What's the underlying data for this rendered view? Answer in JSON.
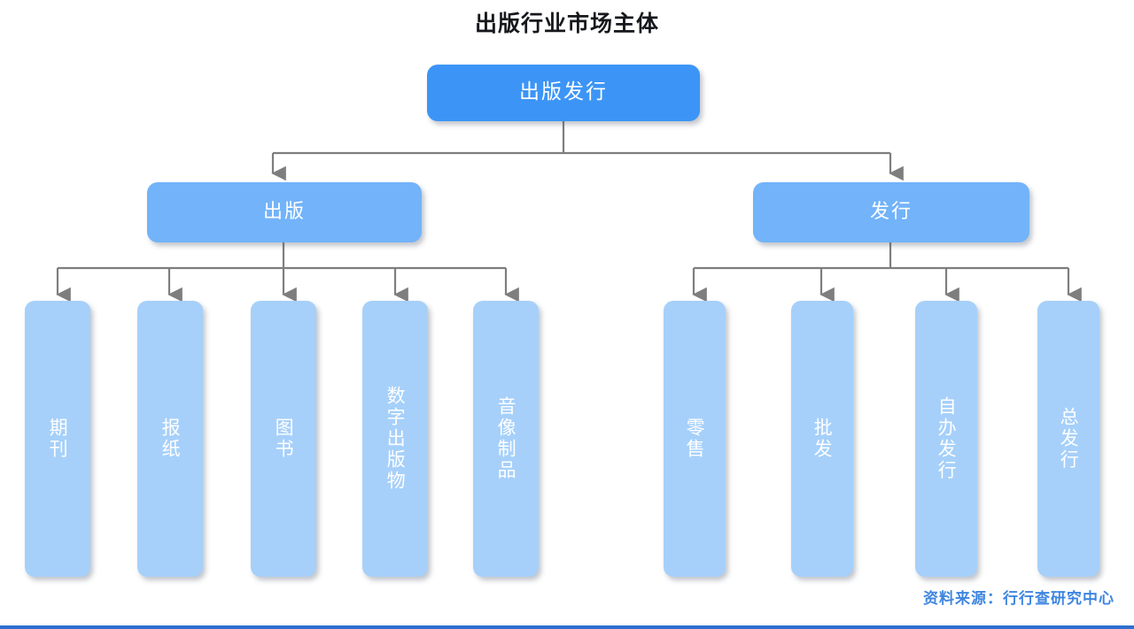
{
  "title": "出版行业市场主体",
  "colors": {
    "root": "#3c95f6",
    "mid": "#72b3fa",
    "leaf": "#a6d0fa",
    "connector": "#7e7e7e",
    "source_text": "#3f86e0",
    "title_text": "#16181c",
    "background": "#ffffff",
    "bottom_bar": "#2f6fd0"
  },
  "chart_data": {
    "type": "tree",
    "title": "出版行业市场主体",
    "root": "出版发行",
    "levels": 3,
    "nodes": [
      {
        "id": "root",
        "label": "出版发行",
        "level": 0,
        "parent": null
      },
      {
        "id": "publishing",
        "label": "出版",
        "level": 1,
        "parent": "root"
      },
      {
        "id": "distribution",
        "label": "发行",
        "level": 1,
        "parent": "root"
      },
      {
        "id": "periodical",
        "label": "期刊",
        "level": 2,
        "parent": "publishing"
      },
      {
        "id": "newspaper",
        "label": "报纸",
        "level": 2,
        "parent": "publishing"
      },
      {
        "id": "book",
        "label": "图书",
        "level": 2,
        "parent": "publishing"
      },
      {
        "id": "digital",
        "label": "数字出版物",
        "level": 2,
        "parent": "publishing"
      },
      {
        "id": "audiovisual",
        "label": "音像制品",
        "level": 2,
        "parent": "publishing"
      },
      {
        "id": "retail",
        "label": "零售",
        "level": 2,
        "parent": "distribution"
      },
      {
        "id": "wholesale",
        "label": "批发",
        "level": 2,
        "parent": "distribution"
      },
      {
        "id": "self-issue",
        "label": "自办发行",
        "level": 2,
        "parent": "distribution"
      },
      {
        "id": "general-issue",
        "label": "总发行",
        "level": 2,
        "parent": "distribution"
      }
    ]
  },
  "root": {
    "label": "出版发行"
  },
  "mid": {
    "publishing": {
      "label": "出版"
    },
    "distribution": {
      "label": "发行"
    }
  },
  "leaves": {
    "publishing": [
      {
        "label": "期刊"
      },
      {
        "label": "报纸"
      },
      {
        "label": "图书"
      },
      {
        "label": "数字出版物"
      },
      {
        "label": "音像制品"
      }
    ],
    "distribution": [
      {
        "label": "零售"
      },
      {
        "label": "批发"
      },
      {
        "label": "自办发行"
      },
      {
        "label": "总发行"
      }
    ]
  },
  "source": {
    "label": "资料来源：行行查研究中心"
  }
}
